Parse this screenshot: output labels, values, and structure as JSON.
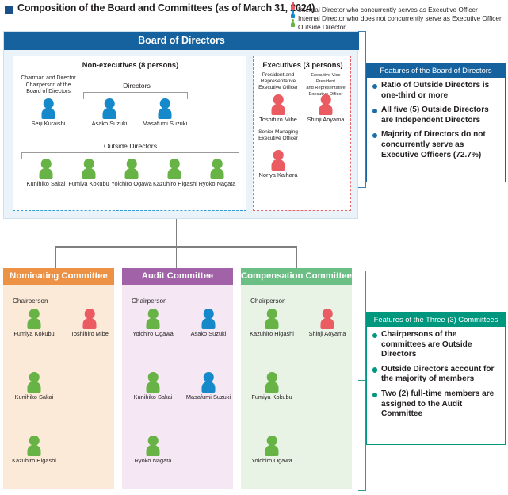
{
  "title": "Composition of the Board and Committees (as of March 31, 2024)",
  "legend": [
    {
      "icon": "person-icon-red",
      "color": "#ea5b62",
      "text": "Internal Director who concurrently serves as  Executive Officer"
    },
    {
      "icon": "person-icon-blue",
      "color": "#1689ca",
      "text": "Internal Director who does not concurrently serve as Executive Officer"
    },
    {
      "icon": "person-icon-green",
      "color": "#67b345",
      "text": "Outside Director"
    }
  ],
  "board": {
    "header": "Board of Directors",
    "nonexec": {
      "title": "Non-executives (8 persons)",
      "chairman_role": "Chairman and Director\nChairperson of the\nBoard of Directors",
      "chairman_role_line1": "Chairman and Director",
      "chairman_role_line2": "Chairperson of the",
      "chairman_role_line3": "Board of Directors",
      "directors_label": "Directors",
      "outside_label": "Outside Directors",
      "top_row": [
        {
          "name": "Seiji Kuraishi",
          "type": "blue"
        },
        {
          "name": "Asako Suzuki",
          "type": "blue"
        },
        {
          "name": "Masafumi Suzuki",
          "type": "blue"
        }
      ],
      "outside_row": [
        {
          "name": "Kunihiko Sakai",
          "type": "green"
        },
        {
          "name": "Fumiya Kokubu",
          "type": "green"
        },
        {
          "name": "Yoichiro Ogawa",
          "type": "green"
        },
        {
          "name": "Kazuhiro Higashi",
          "type": "green"
        },
        {
          "name": "Ryoko Nagata",
          "type": "green"
        }
      ]
    },
    "exec": {
      "title": "Executives (3 persons)",
      "row1": [
        {
          "role_l1": "President and",
          "role_l2": "Representative",
          "role_l3": "Executive Officer",
          "name": "Toshihiro Mibe",
          "type": "red"
        },
        {
          "role_l1": "Executive Vice President",
          "role_l2": "and Representative",
          "role_l3": "Executive Officer",
          "name": "Shinji Aoyama",
          "type": "red"
        }
      ],
      "row2": [
        {
          "role_l1": "Senior Managing",
          "role_l2": "Executive Officer",
          "role_l3": "",
          "name": "Noriya Kaihara",
          "type": "red"
        }
      ]
    }
  },
  "features_board": {
    "header": "Features of the Board of Directors",
    "color": "#15629e",
    "items": [
      "Ratio of Outside Directors is one-third or more",
      "All five (5) Outside Directors are Independent Directors",
      "Majority of Directors do not concurrently serve as Executive Officers (72.7%)"
    ]
  },
  "features_committees": {
    "header": "Features of the Three (3) Committees",
    "color": "#00977f",
    "items": [
      "Chairpersons of the committees are Outside Directors",
      "Outside Directors account for the majority of members",
      "Two (2) full-time members are assigned to the Audit Committee"
    ]
  },
  "committees": [
    {
      "name": "Nominating Committee",
      "header_color": "#ed9245",
      "body_color": "#fcead8",
      "chair_label": "Chairperson",
      "members": [
        {
          "name": "Fumiya Kokubu",
          "type": "green",
          "col": 0,
          "row": 0
        },
        {
          "name": "Toshihiro Mibe",
          "type": "red",
          "col": 1,
          "row": 0
        },
        {
          "name": "Kunihiko Sakai",
          "type": "green",
          "col": 0,
          "row": 1
        },
        {
          "name": "Kazuhiro Higashi",
          "type": "green",
          "col": 0,
          "row": 2
        }
      ]
    },
    {
      "name": "Audit Committee",
      "header_color": "#a162a8",
      "body_color": "#f5e7f3",
      "chair_label": "Chairperson",
      "members": [
        {
          "name": "Yoichiro Ogawa",
          "type": "green",
          "col": 0,
          "row": 0
        },
        {
          "name": "Asako Suzuki",
          "type": "blue",
          "col": 1,
          "row": 0
        },
        {
          "name": "Kunihiko Sakai",
          "type": "green",
          "col": 0,
          "row": 1
        },
        {
          "name": "Masafumi Suzuki",
          "type": "blue",
          "col": 1,
          "row": 1
        },
        {
          "name": "Ryoko Nagata",
          "type": "green",
          "col": 0,
          "row": 2
        }
      ]
    },
    {
      "name": "Compensation Committee",
      "header_color": "#6cbf84",
      "body_color": "#e8f3e6",
      "chair_label": "Chairperson",
      "members": [
        {
          "name": "Kazuhiro Higashi",
          "type": "green",
          "col": 0,
          "row": 0
        },
        {
          "name": "Shinji Aoyama",
          "type": "red",
          "col": 1,
          "row": 0
        },
        {
          "name": "Fumiya Kokubu",
          "type": "green",
          "col": 0,
          "row": 1
        },
        {
          "name": "Yoichiro Ogawa",
          "type": "green",
          "col": 0,
          "row": 2
        }
      ]
    }
  ]
}
